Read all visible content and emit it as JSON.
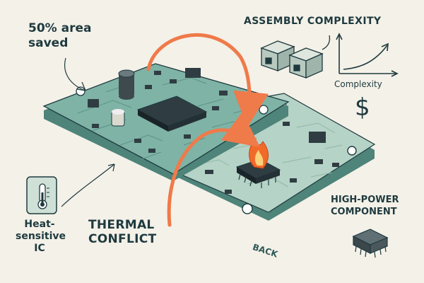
{
  "labels": {
    "area_saved": [
      "50% area",
      "saved"
    ],
    "assembly_complexity": "ASSEMBLY COMPLEXITY",
    "complexity_axis": "Complexity",
    "cost_symbol": "$",
    "heat_sensitive": [
      "Heat-",
      "sensitive",
      "IC"
    ],
    "thermal_conflict": [
      "THERMAL",
      "CONFLICT"
    ],
    "high_power": [
      "HIGH-POWER",
      "COMPONENT"
    ],
    "back": "BACK"
  },
  "colors": {
    "background": "#f4f1e8",
    "board_front": "#7fb3a6",
    "board_back": "#b5d3c6",
    "board_edge": "#4e8479",
    "outline": "#1e3a3f",
    "arrow": "#ef7a4a",
    "flame": "#f26a2a",
    "chip": "#2f3d42"
  },
  "icons": [
    "thermometer-icon",
    "flame-icon",
    "connector-icon",
    "growth-curve-icon",
    "ic-chip-icon"
  ]
}
